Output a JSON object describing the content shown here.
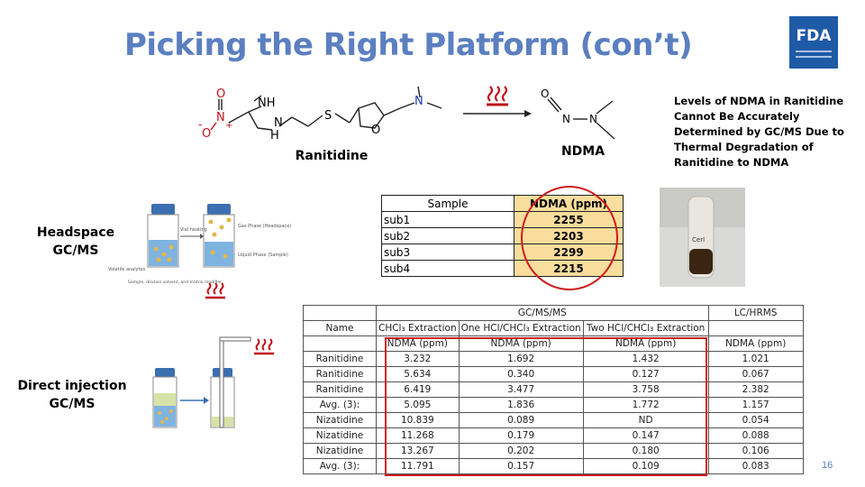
{
  "title": "Picking the Right Platform (con’t)",
  "logo": {
    "text": "FDA",
    "color": "#1f5aa6"
  },
  "chem": {
    "ranitidine_label": "Ranitidine",
    "ndma_label": "NDMA",
    "atoms": {
      "o": "O",
      "n": "N",
      "nh": "NH",
      "h": "H",
      "s": "S",
      "plus": "+",
      "minus": "-"
    }
  },
  "note": "Levels of NDMA in Ranitidine Cannot Be Accurately Determined by GC/MS Due to Thermal Degradation of Ranitidine to NDMA",
  "headspace": {
    "line1": "Headspace",
    "line2": "GC/MS"
  },
  "direct": {
    "line1": "Direct injection",
    "line2": "GC/MS"
  },
  "diagram": {
    "vial_heating": "Vial heating",
    "gas_phase": "Gas Phase (Headspace)",
    "liquid_phase": "Liquid Phase (Sample)",
    "volatile": "Volatile analytes",
    "sample": "Sample, dilution solvent, and matrix modifier"
  },
  "photo_label": "Cerl",
  "small_table": {
    "headers": [
      "Sample",
      "NDMA (ppm)"
    ],
    "rows": [
      [
        "sub1",
        "2255"
      ],
      [
        "sub2",
        "2203"
      ],
      [
        "sub3",
        "2299"
      ],
      [
        "sub4",
        "2215"
      ]
    ]
  },
  "big_table": {
    "group_gc": "GC/MS/MS",
    "group_lc": "LC/HRMS",
    "col_name": "Name",
    "subheaders": [
      "CHCl₃ Extraction",
      "One HCl/CHCl₃ Extraction",
      "Two HCl/CHCl₃ Extraction"
    ],
    "unit": "NDMA (ppm)",
    "rows": [
      [
        "Ranitidine",
        "3.232",
        "1.692",
        "1.432",
        "1.021"
      ],
      [
        "Ranitidine",
        "5.634",
        "0.340",
        "0.127",
        "0.067"
      ],
      [
        "Ranitidine",
        "6.419",
        "3.477",
        "3.758",
        "2.382"
      ],
      [
        "Avg. (3):",
        "5.095",
        "1.836",
        "1.772",
        "1.157"
      ],
      [
        "Nizatidine",
        "10.839",
        "0.089",
        "ND",
        "0.054"
      ],
      [
        "Nizatidine",
        "11.268",
        "0.179",
        "0.147",
        "0.088"
      ],
      [
        "Nizatidine",
        "13.267",
        "0.202",
        "0.180",
        "0.106"
      ],
      [
        "Avg. (3):",
        "11.791",
        "0.157",
        "0.109",
        "0.083"
      ]
    ]
  },
  "page_number": "16",
  "colors": {
    "title": "#5b7fc0",
    "heat": "#c0121a",
    "highlight": "#f9dd9c",
    "ring": "#d01c1c"
  }
}
